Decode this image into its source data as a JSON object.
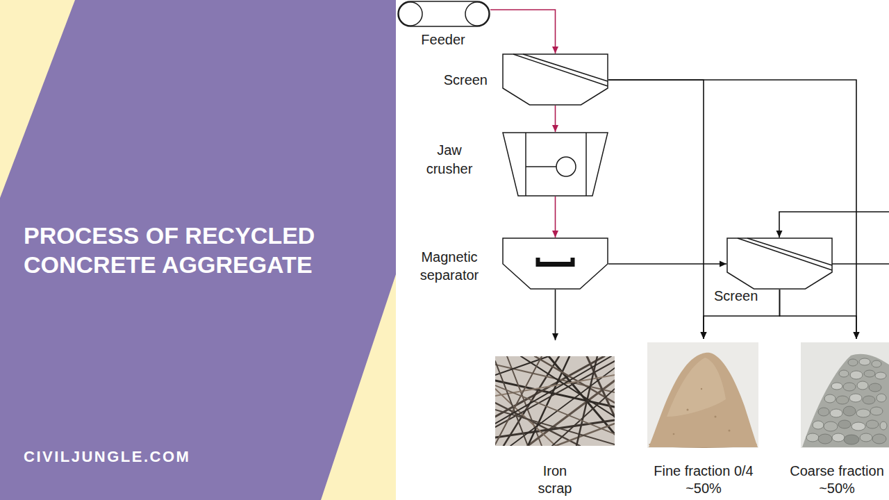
{
  "diagram": {
    "title": "PROCESS OF RECYCLED CONCRETE AGGREGATE",
    "nodes": [
      {
        "text": [
          "Feeder"
        ]
      },
      {
        "text": [
          "Screen"
        ]
      },
      {
        "text": [
          "Jaw crusher"
        ]
      },
      {
        "text": [
          "Magnetic separator"
        ]
      },
      {
        "text": [
          "Screen"
        ]
      },
      {
        "text": [
          "Iron scrap"
        ]
      },
      {
        "text": [
          "Fine fraction 0/4 ~50%"
        ]
      },
      {
        "text": [
          "Coarse fraction ~50%"
        ]
      }
    ],
    "edges": [
      {
        "from": 0,
        "to": 1,
        "arrow": "to"
      },
      {
        "from": 1,
        "to": 2,
        "arrow": "to"
      },
      {
        "from": 2,
        "to": 3,
        "arrow": "to"
      },
      {
        "from": 3,
        "to": 5,
        "arrow": "to"
      },
      {
        "from": 3,
        "to": 4,
        "arrow": "to"
      },
      {
        "from": 1,
        "to": 6,
        "arrow": "to"
      },
      {
        "from": 1,
        "to": 7,
        "arrow": "to"
      },
      {
        "from": 4,
        "to": 6,
        "arrow": "to"
      },
      {
        "from": 4,
        "to": 7,
        "arrow": "to"
      }
    ],
    "labels": [
      "CIVILJUNGLE.COM"
    ]
  }
}
